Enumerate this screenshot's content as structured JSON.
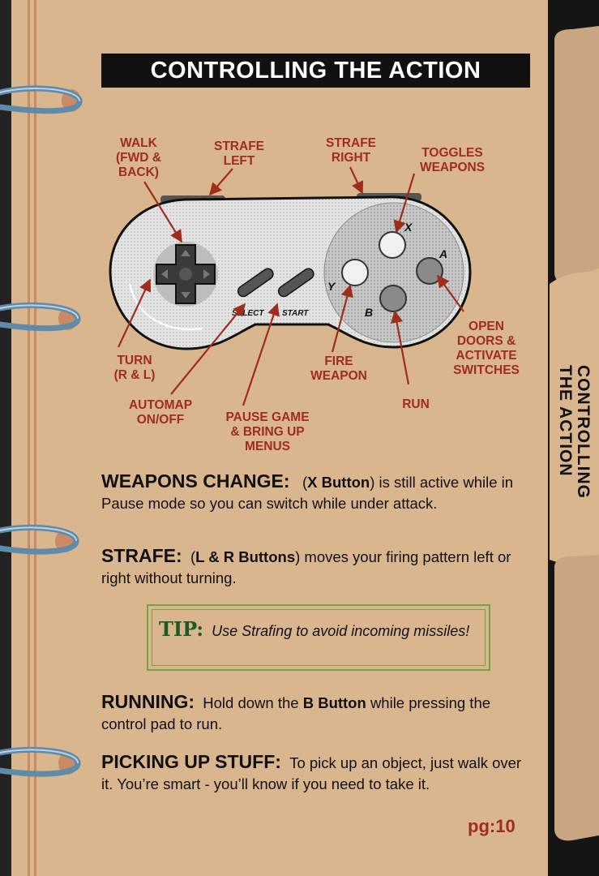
{
  "header": {
    "title": "CONTROLLING THE ACTION"
  },
  "side_tab": {
    "line1": "CONTROLLING",
    "line2": "THE ACTION"
  },
  "controller_labels": {
    "walk": "WALK\n(FWD &\nBACK)",
    "strafe_left": "STRAFE\nLEFT",
    "strafe_right": "STRAFE\nRIGHT",
    "toggles_weapons": "TOGGLES\nWEAPONS",
    "turn": "TURN\n(R & L)",
    "automap": "AUTOMAP\nON/OFF",
    "pause_game": "PAUSE GAME\n& BRING UP\nMENUS",
    "fire_weapon": "FIRE\nWEAPON",
    "run": "RUN",
    "open_doors": "OPEN\nDOORS &\nACTIVATE\nSWITCHES"
  },
  "controller": {
    "select_label": "SELECT",
    "start_label": "START",
    "btn_x": "X",
    "btn_y": "Y",
    "btn_a": "A",
    "btn_b": "B"
  },
  "sections": {
    "weapons": {
      "heading": "WEAPONS CHANGE:",
      "button": "X Button",
      "text_a": "is still active while in Pause mode so you can switch while under attack."
    },
    "strafe": {
      "heading": "STRAFE:",
      "button": "L & R Buttons",
      "text_a": "moves your firing pattern left or right without turning."
    },
    "tip": {
      "label": "TIP:",
      "text": "Use Strafing to avoid incoming missiles!"
    },
    "running": {
      "heading": "RUNNING:",
      "text_a": "Hold down the",
      "button": "B Button",
      "text_b": "while pressing the control pad to run."
    },
    "picking": {
      "heading": "PICKING UP STUFF:",
      "text_a": "To pick up an object, just walk over it.  You’re smart - you’ll know if you need to take it."
    }
  },
  "footer": {
    "page_number": "pg:10"
  },
  "colors": {
    "paper": "#d9b68e",
    "label_red": "#a02c1c",
    "tip_green": "#6ea445",
    "title_bar": "#111111"
  }
}
